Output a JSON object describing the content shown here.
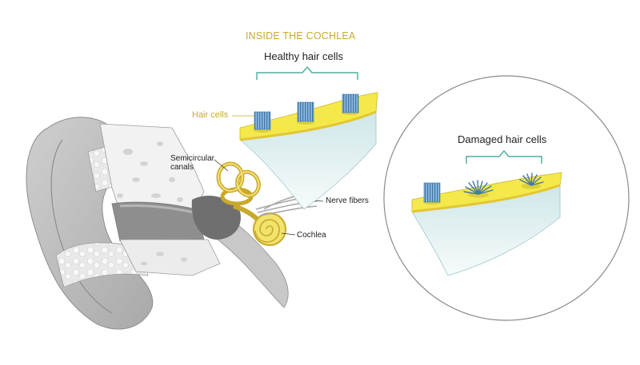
{
  "title": "INSIDE THE COCHLEA",
  "labels": {
    "healthy_hair_cells": "Healthy hair cells",
    "hair_cells": "Hair cells",
    "semicircular_line1": "Semicircular",
    "semicircular_line2": "canals",
    "nerve_fibers": "Nerve fibers",
    "cochlea": "Cochlea",
    "damaged_hair_cells": "Damaged hair cells"
  },
  "colors": {
    "accent_gold": "#c9a92c",
    "bracket_teal": "#2e9c8c",
    "membrane_yellow": "#f4e84a",
    "hair_blue": "#5d94c4",
    "tissue_light_blue": "#dcefee",
    "ear_gray": "#b9b9b9"
  }
}
